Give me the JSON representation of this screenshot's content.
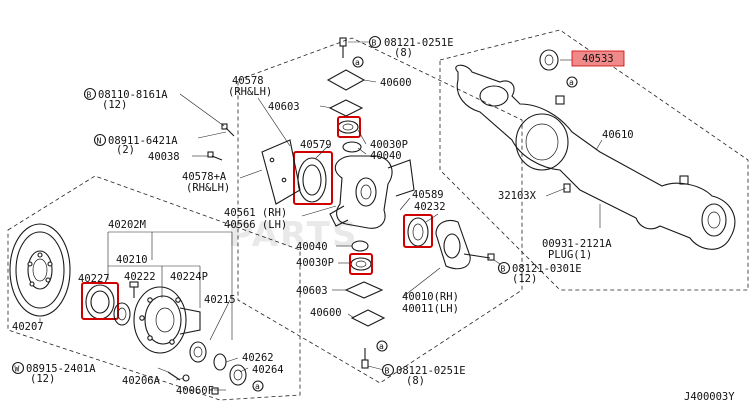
{
  "watermark": "PARTS",
  "diagram_code": "J400003Y",
  "labels": {
    "l_40533": "40533",
    "l_08121_top": "08121-0251E",
    "l_08121_top_qty": "(8)",
    "l_40600_top": "40600",
    "l_40578": "40578",
    "l_40578_side": "(RH&LH)",
    "l_08110": "08110-8161A",
    "l_08110_qty": "(12)",
    "l_40603_top": "40603",
    "l_40610": "40610",
    "l_08911": "08911-6421A",
    "l_08911_qty": "(2)",
    "l_40038": "40038",
    "l_40579": "40579",
    "l_40030P_top": "40030P",
    "l_40040_top": "40040",
    "l_40578A": "40578+A",
    "l_40578A_side": "(RH&LH)",
    "l_32103X": "32103X",
    "l_40589": "40589",
    "l_40232": "40232",
    "l_40561": "40561 (RH)",
    "l_40566": "40566 (LH)",
    "l_40202M": "40202M",
    "l_00931": "00931-2121A",
    "l_plug": "PLUG(1)",
    "l_40040_bot": "40040",
    "l_40210": "40210",
    "l_40030P_bot": "40030P",
    "l_08121_mid": "08121-0301E",
    "l_08121_mid_qty": "(12)",
    "l_40227": "40227",
    "l_40222": "40222",
    "l_40224P": "40224P",
    "l_40603_bot": "40603",
    "l_40010": "40010(RH)",
    "l_40011": "40011(LH)",
    "l_40215": "40215",
    "l_40207": "40207",
    "l_40600_bot": "40600",
    "l_40262": "40262",
    "l_40264": "40264",
    "l_08915": "08915-2401A",
    "l_08915_qty": "(12)",
    "l_40206A": "40206A",
    "l_40060F": "40060F",
    "l_08121_bot": "08121-0251E",
    "l_08121_bot_qty": "(8)"
  },
  "callout_letters": {
    "a_top": "a",
    "a_mid": "a",
    "a_bot": "a",
    "a_axle": "a"
  },
  "prefix_symbols": {
    "b": "B",
    "n": "N",
    "w": "W"
  },
  "colors": {
    "highlight": "#d10000",
    "target_fill": "#f08a8a",
    "ink": "#1a1a1a"
  }
}
